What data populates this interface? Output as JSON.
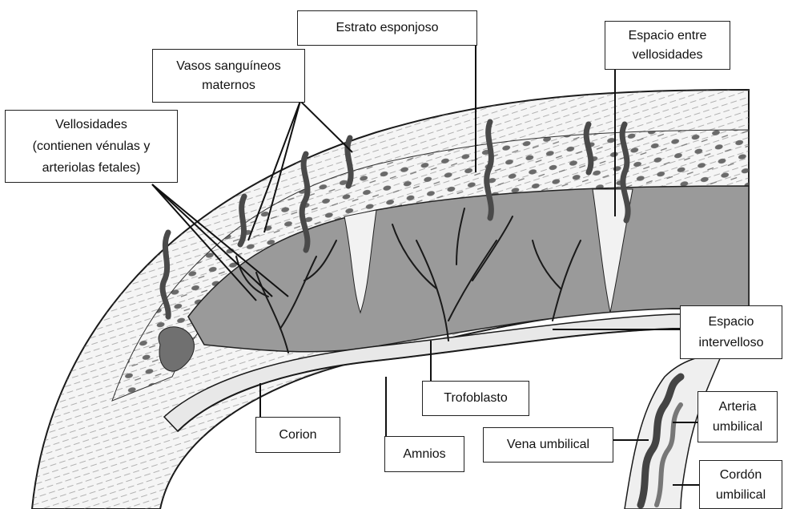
{
  "labels": {
    "estrato": "Estrato esponjoso",
    "espacio_entre": [
      "Espacio entre",
      "vellosidades"
    ],
    "vasos": [
      "Vasos sanguíneos",
      "maternos"
    ],
    "vellosidades": [
      "Vellosidades",
      "(contienen vénulas y",
      "arteriolas fetales)"
    ],
    "espacio_inter": [
      "Espacio",
      "intervelloso"
    ],
    "trofoblasto": "Trofoblasto",
    "corion": "Corion",
    "amnios": "Amnios",
    "vena": "Vena umbilical",
    "arteria": [
      "Arteria",
      "umbilical"
    ],
    "cordon": [
      "Cordón",
      "umbilical"
    ]
  },
  "colors": {
    "tissue_fill": "#f4f4f4",
    "space_fill": "#9a9a9a",
    "line": "#1a1a1a",
    "vessel": "#555555"
  }
}
